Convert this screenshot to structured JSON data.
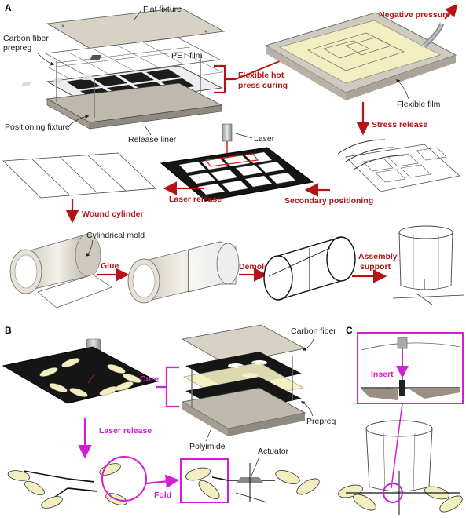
{
  "panels": {
    "a": "A",
    "b": "B",
    "c": "C"
  },
  "panel_a": {
    "flat_fixture": "Flat fixture",
    "carbon_fiber": "Carbon fiber",
    "prepreg": "prepreg",
    "pet_film": "PET film",
    "positioning_fixture": "Positioning fixture",
    "release_liner": "Release liner",
    "flexible_hot": "Flexible hot",
    "press_curing": "press curing",
    "negative_pressure": "Negative pressure",
    "flexible_film": "Flexible film",
    "stress_release": "Stress release",
    "laser": "Laser",
    "laser_release": "Laser release",
    "secondary_positioning": "Secondary positioning",
    "wound_cylinder": "Wound cylinder",
    "cylindrical_mold": "Cylindrical mold",
    "glue": "Glue",
    "demold": "Demold",
    "assembly": "Assembly",
    "support": "support"
  },
  "panel_b": {
    "cure": "Cure",
    "carbon_fiber": "Carbon fiber",
    "polyimide": "Polyimide",
    "prepreg": "Prepreg",
    "laser_release": "Laser release",
    "actuator": "Actuator",
    "fold": "Fold"
  },
  "panel_c": {
    "insert": "Insert"
  },
  "colors": {
    "red": "#b31515",
    "magenta": "#d21fd2",
    "fixture": "#d8d2c4",
    "panel_cream": "#f3eec0"
  }
}
